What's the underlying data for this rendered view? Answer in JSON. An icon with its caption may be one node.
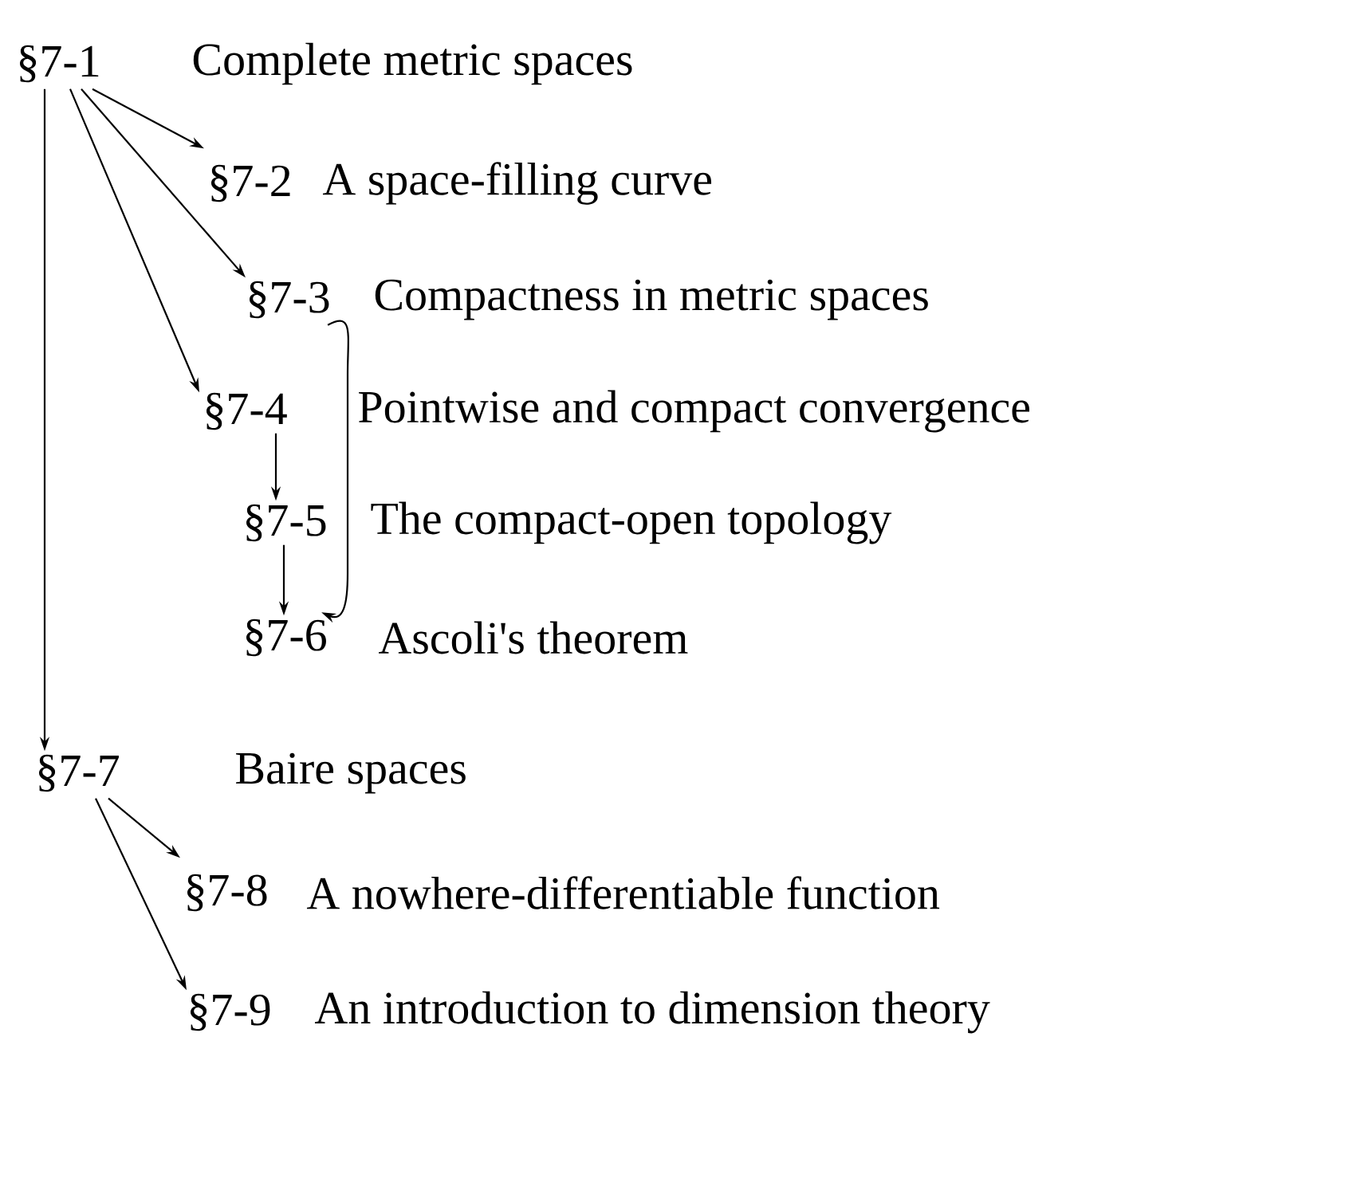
{
  "diagram": {
    "nodes": [
      {
        "text": [
          "§7-1"
        ],
        "beside": [
          "Complete metric spaces"
        ]
      },
      {
        "text": [
          "§7-2"
        ],
        "beside": [
          "A space-filling curve"
        ]
      },
      {
        "text": [
          "§7-3"
        ],
        "beside": [
          "Compactness in metric spaces"
        ]
      },
      {
        "text": [
          "§7-4"
        ],
        "beside": [
          "Pointwise and compact convergence"
        ]
      },
      {
        "text": [
          "§7-5"
        ],
        "beside": [
          "The compact-open topology"
        ]
      },
      {
        "text": [
          "§7-6"
        ],
        "beside": [
          "Ascoli's theorem"
        ]
      },
      {
        "text": [
          "§7-7"
        ],
        "beside": [
          "Baire spaces"
        ]
      },
      {
        "text": [
          "§7-8"
        ],
        "beside": [
          "A nowhere-differentiable function"
        ]
      },
      {
        "text": [
          "§7-9"
        ],
        "beside": [
          "An introduction to dimension theory"
        ]
      }
    ],
    "edges": [
      {
        "from": 0,
        "to": 1,
        "arrow": "to"
      },
      {
        "from": 0,
        "to": 2,
        "arrow": "to"
      },
      {
        "from": 0,
        "to": 3,
        "arrow": "to"
      },
      {
        "from": 0,
        "to": 6,
        "arrow": "to"
      },
      {
        "from": 3,
        "to": 4,
        "arrow": "to"
      },
      {
        "from": 4,
        "to": 5,
        "arrow": "to"
      },
      {
        "from": 2,
        "to": 5,
        "arrow": "to"
      },
      {
        "from": 6,
        "to": 7,
        "arrow": "to"
      },
      {
        "from": 6,
        "to": 8,
        "arrow": "to"
      }
    ]
  }
}
